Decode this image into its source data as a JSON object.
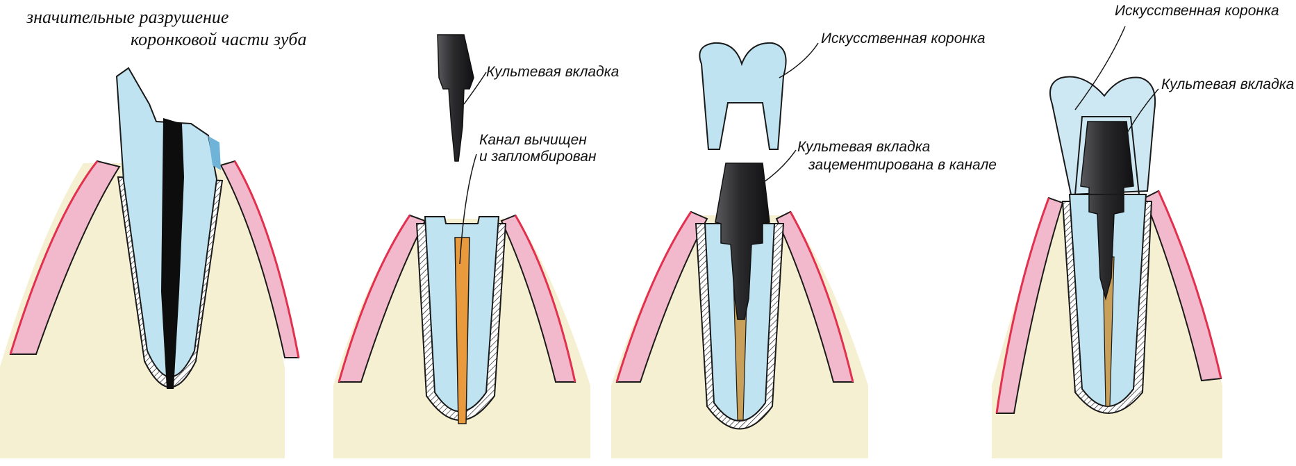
{
  "labels": {
    "damage_line1": "значительные разрушение",
    "damage_line2": "коронковой части зуба",
    "post_core_1": "Культевая вкладка",
    "canal_line1": "Канал вычищен",
    "canal_line2": "и запломбирован",
    "crown_1": "Искусственная коронка",
    "post_core_cemented_line1": "Культевая вкладка",
    "post_core_cemented_line2": "зацементирована в канале",
    "crown_2": "Искусственная коронка",
    "post_core_2": "Культевая вкладка"
  },
  "colors": {
    "bone": "#f6f0d2",
    "gum": "#f2b8cc",
    "gum_edge": "#e2304f",
    "tooth": "#bfe3f1",
    "post": "#2b2b2e",
    "filling_orange": "#e89a3c",
    "filling_tan": "#c9a05a",
    "line": "#1a1a1a"
  }
}
